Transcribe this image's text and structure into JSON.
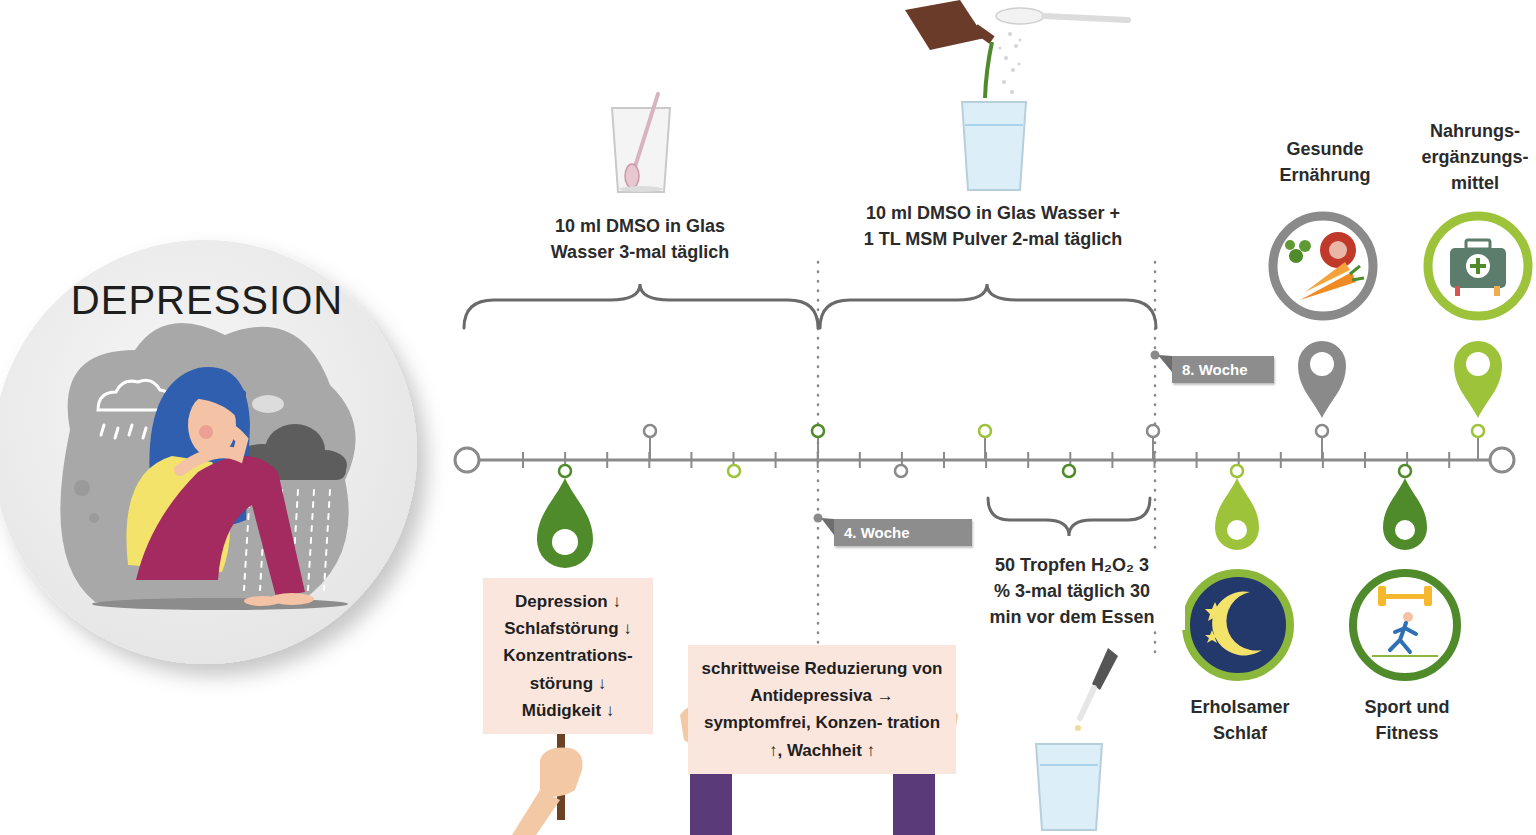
{
  "diagram": {
    "nodes": [
      {
        "text": [
          "DEPRESSION"
        ]
      },
      {
        "text": [
          "Gesunde Ernährung"
        ]
      },
      {
        "text": [
          "Nahrungs- ergänzungs- mittel"
        ]
      },
      {
        "text": [
          "8. Woche"
        ]
      },
      {
        "text": [
          "4. Woche"
        ]
      },
      {
        "text": [
          "Depression ↓ Schlafstörung ↓ Konzentrations- störung ↓ Müdigkeit ↓"
        ]
      },
      {
        "text": [
          "schrittweise Reduzierung von Antidepressiva → symptomfrei, Konzen- tration ↑, Wachheit ↑"
        ]
      },
      {
        "text": [
          "Erholsamer Schlaf"
        ]
      },
      {
        "text": [
          "Sport und Fitness"
        ]
      }
    ],
    "labels": [
      "10 ml DMSO in Glas Wasser 3-mal täglich",
      "10 ml DMSO in Glas Wasser + 1 TL MSM Pulver 2-mal täglich",
      "50 Tropfen H₂O₂ 3 % 3-mal täglich 30 min vor dem Essen"
    ]
  }
}
